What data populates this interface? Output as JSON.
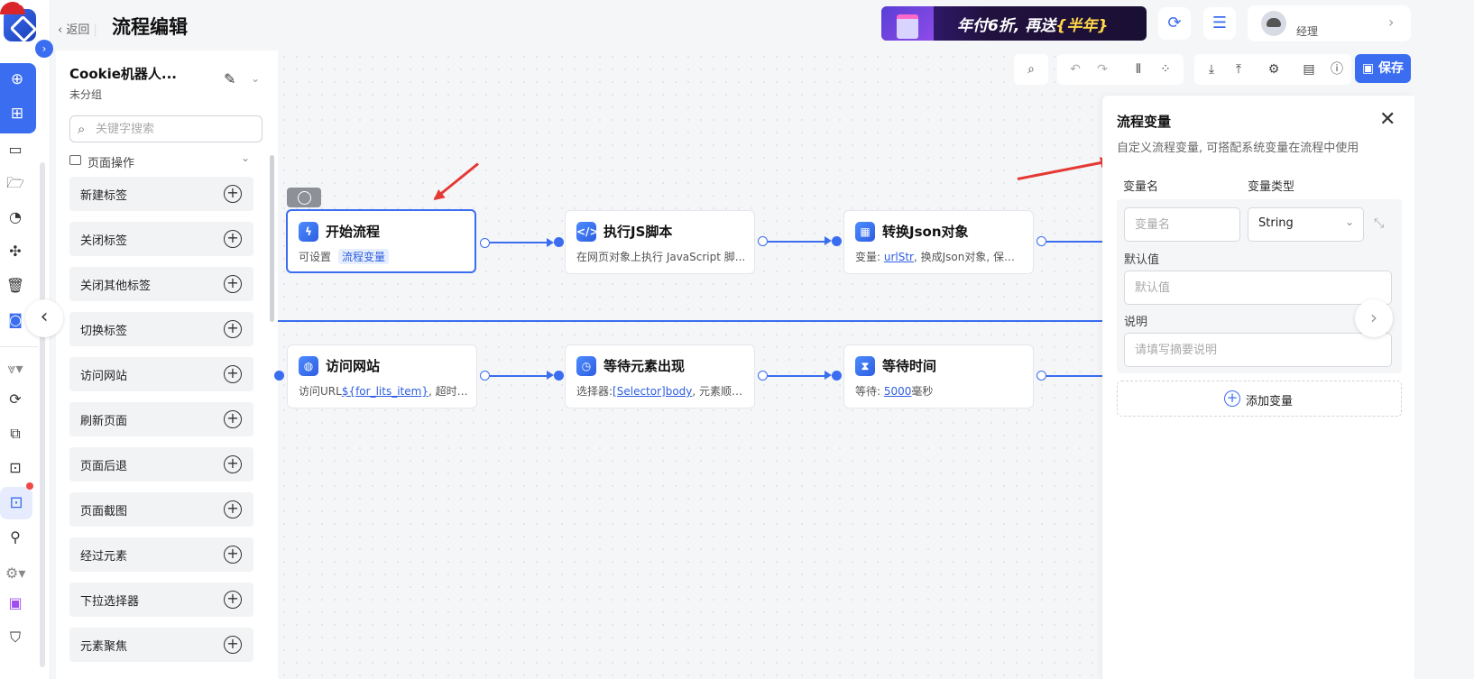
{
  "header": {
    "back_label": "返回",
    "title": "流程编辑",
    "promo_text_a": "年付6折, 再送",
    "promo_highlight": "{半年}",
    "user_role": "经理"
  },
  "panel": {
    "robot_name": "Cookie机器人...",
    "group": "未分组",
    "search_placeholder": "关键字搜索",
    "category": "页面操作",
    "items": [
      "新建标签",
      "关闭标签",
      "关闭其他标签",
      "切换标签",
      "访问网站",
      "刷新页面",
      "页面后退",
      "页面截图",
      "经过元素",
      "下拉选择器",
      "元素聚焦"
    ]
  },
  "toolbar": {
    "save_label": "保存"
  },
  "nodes": {
    "start": {
      "title": "开始流程",
      "desc": "可设置",
      "chip": "流程变量"
    },
    "js": {
      "title": "执行JS脚本",
      "desc": "在网页对象上执行 JavaScript 脚..."
    },
    "json": {
      "title": "转换Json对象",
      "desc_a": "变量: ",
      "link": "urlStr",
      "desc_b": ", 换成Json对象, 保存..."
    },
    "visit": {
      "title": "访问网站",
      "desc_a": "访问URL",
      "link": "${for_lits_item}",
      "desc_b": ", 超时等待..."
    },
    "wait_el": {
      "title": "等待元素出现",
      "desc_a": "选择器:",
      "link": "[Selector]body",
      "desc_b": ", 元素顺序: ..."
    },
    "wait_time": {
      "title": "等待时间",
      "desc_a": "等待: ",
      "link": "5000",
      "desc_b": "毫秒"
    }
  },
  "side": {
    "title": "流程变量",
    "desc": "自定义流程变量, 可搭配系统变量在流程中使用",
    "col_name": "变量名",
    "col_type": "变量类型",
    "name_placeholder": "变量名",
    "type_value": "String",
    "default_label": "默认值",
    "default_placeholder": "默认值",
    "note_label": "说明",
    "note_placeholder": "请填写摘要说明",
    "add_label": "添加变量"
  },
  "colors": {
    "accent": "#3a6df0",
    "annotation": "#e53935"
  }
}
